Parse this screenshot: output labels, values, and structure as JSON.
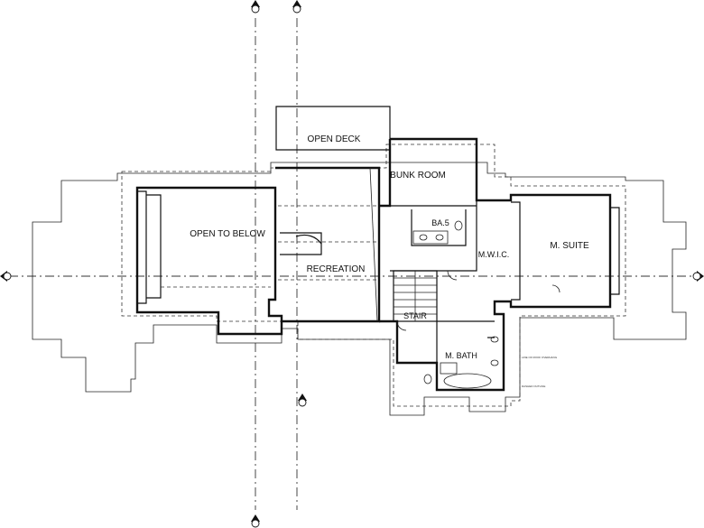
{
  "rooms": {
    "open_deck": "OPEN DECK",
    "bunk_room": "BUNK ROOM",
    "open_to_below": "OPEN TO BELOW",
    "recreation": "RECREATION",
    "ba5": "BA.5",
    "mwic": "M.W.I.C.",
    "m_suite": "M. SUITE",
    "stair": "STAIR",
    "m_bath": "M. BATH"
  },
  "notes": {
    "line_of_roof_overhang": "LINE OF ROOF OVERHANG",
    "dashed_outline": "DASHED OUTLINE"
  },
  "grid_icons": [
    "grid-marker-icon",
    "arrow-icon"
  ]
}
